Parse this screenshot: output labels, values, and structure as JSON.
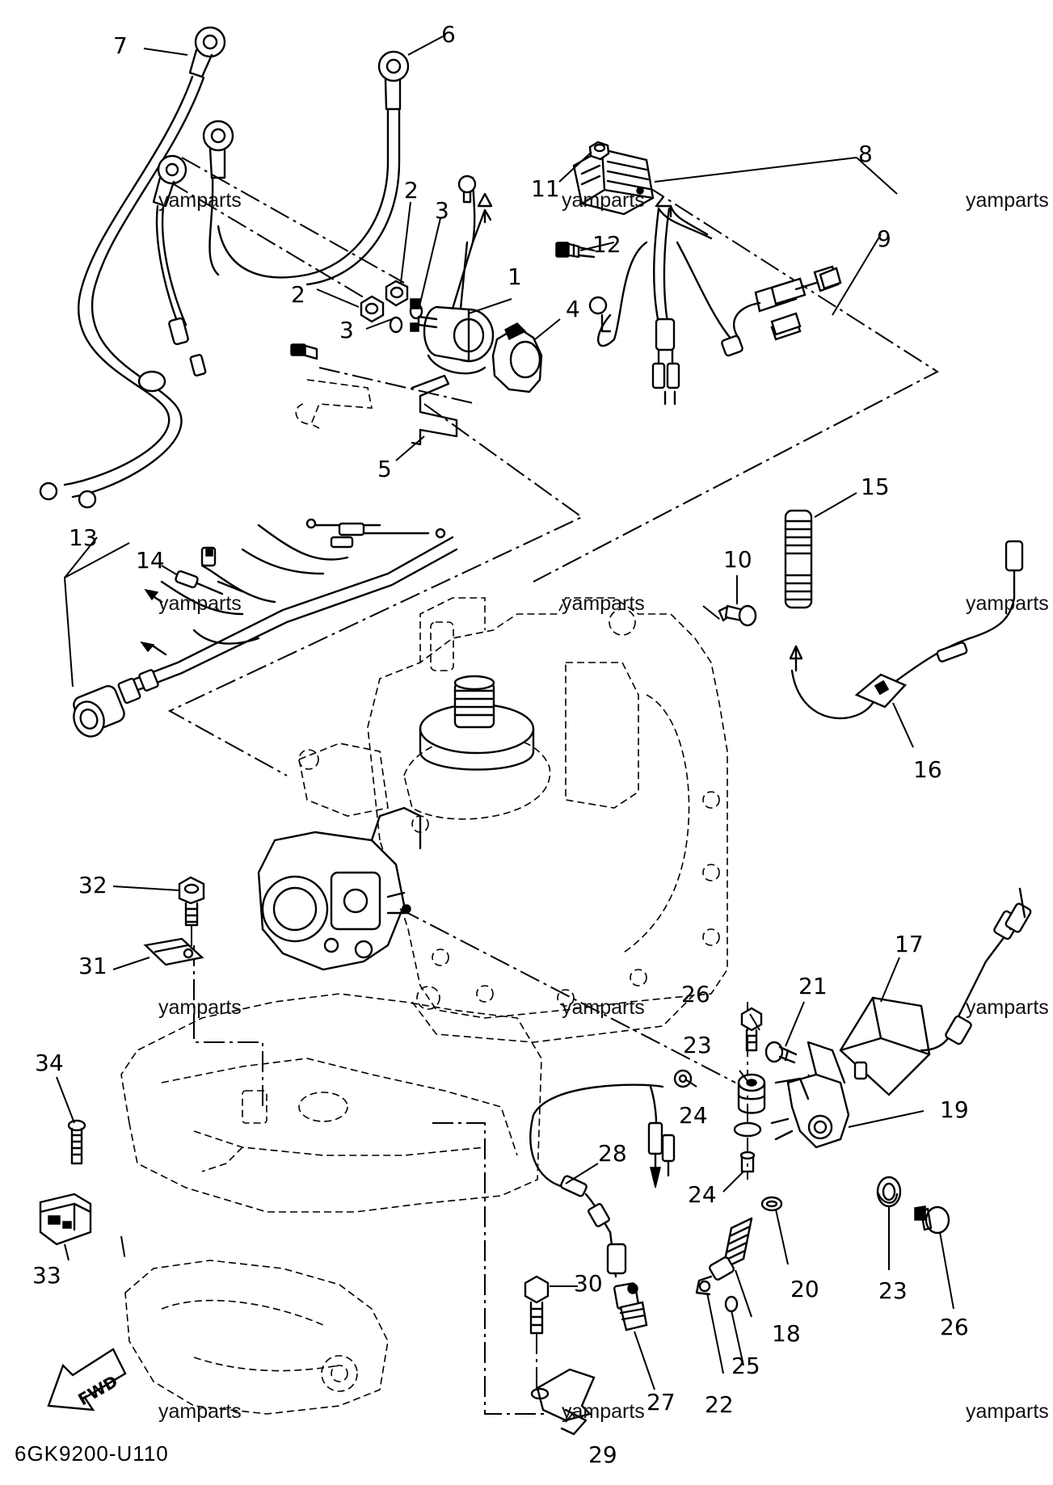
{
  "diagram": {
    "code": "6GK9200-U110",
    "fwd_label": "FWD",
    "watermark": "yamparts",
    "callouts": [
      "1",
      "2",
      "2",
      "3",
      "3",
      "4",
      "5",
      "6",
      "7",
      "8",
      "9",
      "10",
      "11",
      "12",
      "13",
      "14",
      "15",
      "16",
      "17",
      "18",
      "19",
      "20",
      "21",
      "22",
      "23",
      "23",
      "24",
      "24",
      "25",
      "26",
      "26",
      "27",
      "28",
      "29",
      "30",
      "31",
      "32",
      "33",
      "34"
    ]
  }
}
